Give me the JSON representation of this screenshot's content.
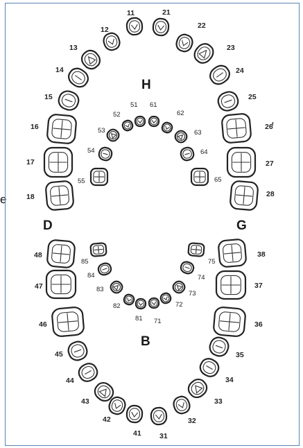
{
  "labels": {
    "upper": "H",
    "lower": "B",
    "right": "D",
    "left": "G",
    "stray": "e",
    "stray_mark": "ᶠ"
  },
  "teeth": {
    "upper_right": [
      "11",
      "12",
      "13",
      "14",
      "15",
      "16",
      "17",
      "18"
    ],
    "upper_left": [
      "21",
      "22",
      "23",
      "24",
      "25",
      "26",
      "27",
      "28"
    ],
    "lower_left": [
      "31",
      "32",
      "33",
      "34",
      "35",
      "36",
      "37",
      "38"
    ],
    "lower_right": [
      "41",
      "42",
      "43",
      "44",
      "45",
      "46",
      "47",
      "48"
    ],
    "primary_upper_right": [
      "51",
      "52",
      "53",
      "54",
      "55"
    ],
    "primary_upper_left": [
      "61",
      "62",
      "63",
      "64",
      "65"
    ],
    "primary_lower_left": [
      "71",
      "72",
      "73",
      "74",
      "75"
    ],
    "primary_lower_right": [
      "81",
      "82",
      "83",
      "84",
      "85"
    ]
  }
}
